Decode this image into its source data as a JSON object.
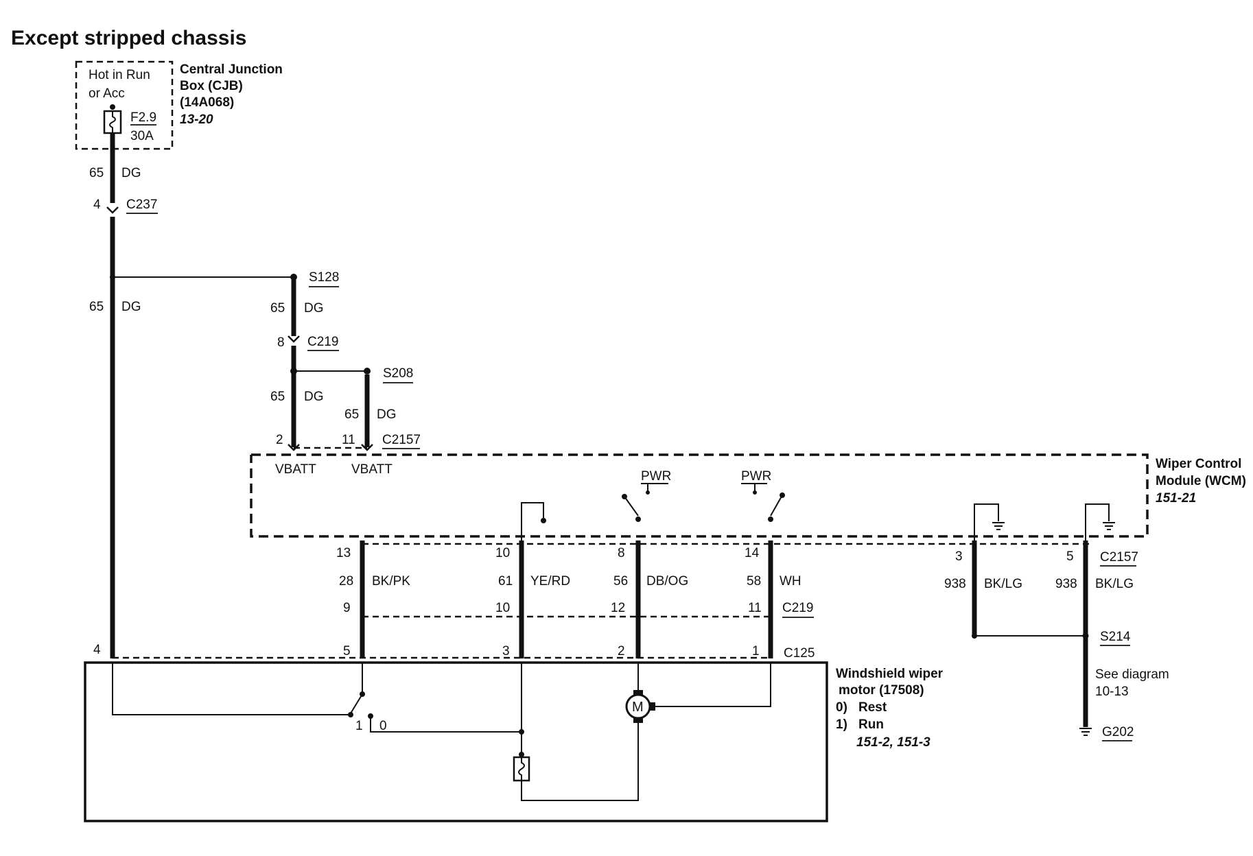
{
  "title": "Except stripped chassis",
  "cjb": {
    "hot_line1": "Hot in Run",
    "hot_line2": "or Acc",
    "fuse_id": "F2.9",
    "fuse_rating": "30A",
    "name_line1": "Central Junction",
    "name_line2": "Box (CJB)",
    "part": "(14A068)",
    "ref": "13-20"
  },
  "circuits": {
    "c65": "65",
    "c28": "28",
    "c61": "61",
    "c56": "56",
    "c58": "58",
    "c938": "938"
  },
  "colors": {
    "dg": "DG",
    "bkpk": "BK/PK",
    "yerd": "YE/RD",
    "dbog": "DB/OG",
    "wh": "WH",
    "bklg": "BK/LG"
  },
  "connectors": {
    "c237": "C237",
    "c219": "C219",
    "c2157": "C2157",
    "c125": "C125"
  },
  "splices": {
    "s128": "S128",
    "s208": "S208",
    "s214": "S214"
  },
  "pins": {
    "c237_4": "4",
    "c219_8": "8",
    "c2157_2": "2",
    "c2157_11": "11",
    "c2157_13": "13",
    "c2157_10": "10",
    "c2157_8": "8",
    "c2157_14": "14",
    "c2157_3": "3",
    "c2157_5": "5",
    "c219_9": "9",
    "c219_10": "10",
    "c219_12": "12",
    "c219_11": "11",
    "c125_4": "4",
    "c125_5": "5",
    "c125_3": "3",
    "c125_2": "2",
    "c125_1": "1"
  },
  "wcm": {
    "vbatt": "VBATT",
    "pwr": "PWR",
    "name_line1": "Wiper Control",
    "name_line2": "Module (WCM)",
    "ref": "151-21"
  },
  "motor": {
    "symbol": "M",
    "name_line1": "Windshield wiper",
    "name_line2": "motor (17508)",
    "state0_num": "0)",
    "state0_label": "Rest",
    "state1_num": "1)",
    "state1_label": "Run",
    "refs": "151-2, 151-3",
    "switch_pos1": "1",
    "switch_pos0": "0"
  },
  "ground": {
    "see_diagram_line1": "See diagram",
    "see_diagram_line2": "10-13",
    "g202": "G202"
  }
}
